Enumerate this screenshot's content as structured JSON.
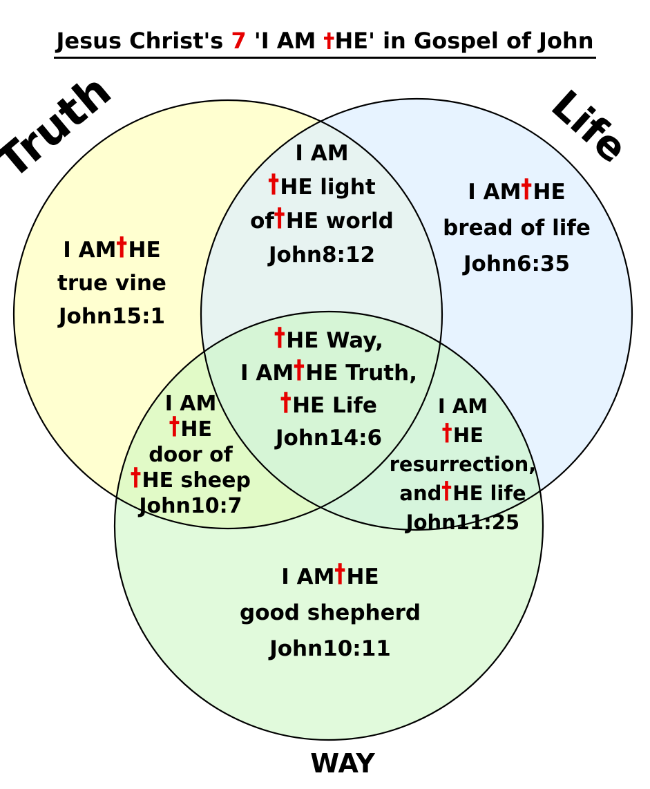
{
  "title": {
    "prefix": "Jesus Christ's ",
    "number": "7",
    "middle": " 'I AM ",
    "he_rest": "HE",
    "suffix": "' in Gospel of John"
  },
  "set_labels": {
    "truth": "Truth",
    "life": "Life",
    "way": "WAY"
  },
  "colors": {
    "truth_circle": "#ffffc8",
    "life_circle": "#ddeeff",
    "way_circle": "#c8f5c0",
    "outline": "#000000",
    "cross": "#e60000"
  },
  "regions": {
    "truth_only": [
      {
        "t": "I AM ",
        "c": "HE"
      },
      {
        "t": "true vine"
      },
      {
        "t": "John15:1"
      }
    ],
    "truth_life": [
      {
        "t": "I AM"
      },
      {
        "c": "HE light"
      },
      {
        "t": "of ",
        "c": "HE world"
      },
      {
        "t": "John8:12"
      }
    ],
    "life_only": [
      {
        "t": "I AM ",
        "c": "HE"
      },
      {
        "t": "bread of life"
      },
      {
        "t": "John6:35"
      }
    ],
    "center": [
      {
        "c": "HE Way,"
      },
      {
        "t": "I AM ",
        "c": "HE Truth,"
      },
      {
        "c": "HE Life"
      },
      {
        "t": "John14:6"
      }
    ],
    "truth_way": [
      {
        "t": "I AM"
      },
      {
        "c": "HE"
      },
      {
        "t": "door of"
      },
      {
        "c": "HE sheep"
      },
      {
        "t": "John10:7"
      }
    ],
    "life_way": [
      {
        "t": "I AM"
      },
      {
        "c": "HE"
      },
      {
        "t": "resurrection,"
      },
      {
        "t": "and",
        "c": "HE life"
      },
      {
        "t": "John11:25"
      }
    ],
    "way_only": [
      {
        "t": "I AM ",
        "c": "HE"
      },
      {
        "t": "good shepherd"
      },
      {
        "t": "John10:11"
      }
    ]
  }
}
